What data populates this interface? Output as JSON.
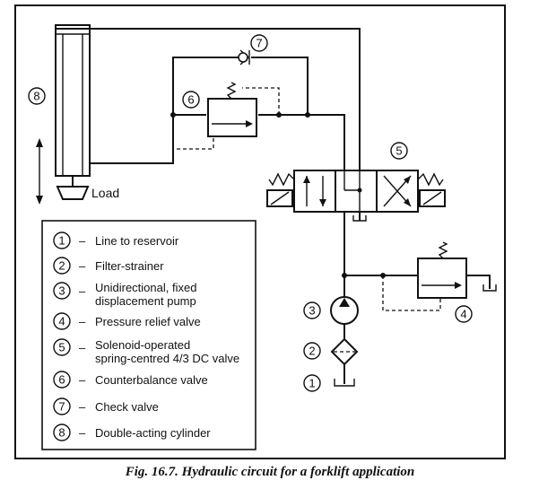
{
  "diagram": {
    "load_label": "Load",
    "component_numbers": {
      "reservoir": "1",
      "filter": "2",
      "pump": "3",
      "relief_valve": "4",
      "dc_valve": "5",
      "counterbalance": "6",
      "check_valve": "7",
      "cylinder": "8"
    }
  },
  "legend": {
    "items": [
      {
        "num": "1",
        "dash": "–",
        "line1": "Line to reservoir",
        "line2": ""
      },
      {
        "num": "2",
        "dash": "–",
        "line1": "Filter-strainer",
        "line2": ""
      },
      {
        "num": "3",
        "dash": "–",
        "line1": "Unidirectional, fixed",
        "line2": "displacement pump"
      },
      {
        "num": "4",
        "dash": "–",
        "line1": "Pressure relief valve",
        "line2": ""
      },
      {
        "num": "5",
        "dash": "–",
        "line1": "Solenoid-operated",
        "line2": "spring-centred 4/3 DC valve"
      },
      {
        "num": "6",
        "dash": "–",
        "line1": "Counterbalance valve",
        "line2": ""
      },
      {
        "num": "7",
        "dash": "–",
        "line1": "Check valve",
        "line2": ""
      },
      {
        "num": "8",
        "dash": "–",
        "line1": "Double-acting cylinder",
        "line2": ""
      }
    ]
  },
  "caption": "Fig. 16.7. Hydraulic circuit for a forklift application"
}
